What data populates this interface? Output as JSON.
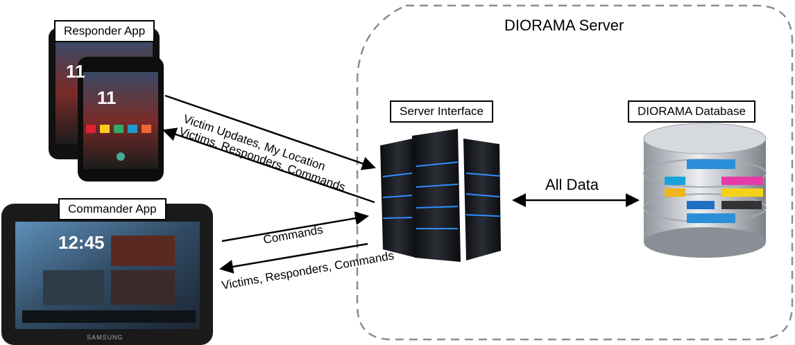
{
  "server_region": {
    "title": "DIORAMA Server"
  },
  "nodes": {
    "responder_app": "Responder App",
    "commander_app": "Commander App",
    "server_interface": "Server Interface",
    "database": "DIORAMA Database"
  },
  "edges": {
    "responder_to_server": "Victim Updates, My Location",
    "server_to_responder": "Victims, Responders, Commands",
    "commander_to_server": "Commands",
    "server_to_commander": "Victims, Responders, Commands",
    "server_database": "All Data"
  },
  "device_text": {
    "phone_time_back": "11",
    "phone_time_front": "11",
    "tablet_time": "12:45",
    "tablet_brand": "SAMSUNG"
  },
  "colors": {
    "boundary": "#8c8c8c",
    "arrow": "#000000",
    "server_dark": "#1a1c22",
    "server_glow": "#2f8fff",
    "db_silver": "#b8bcc4"
  }
}
